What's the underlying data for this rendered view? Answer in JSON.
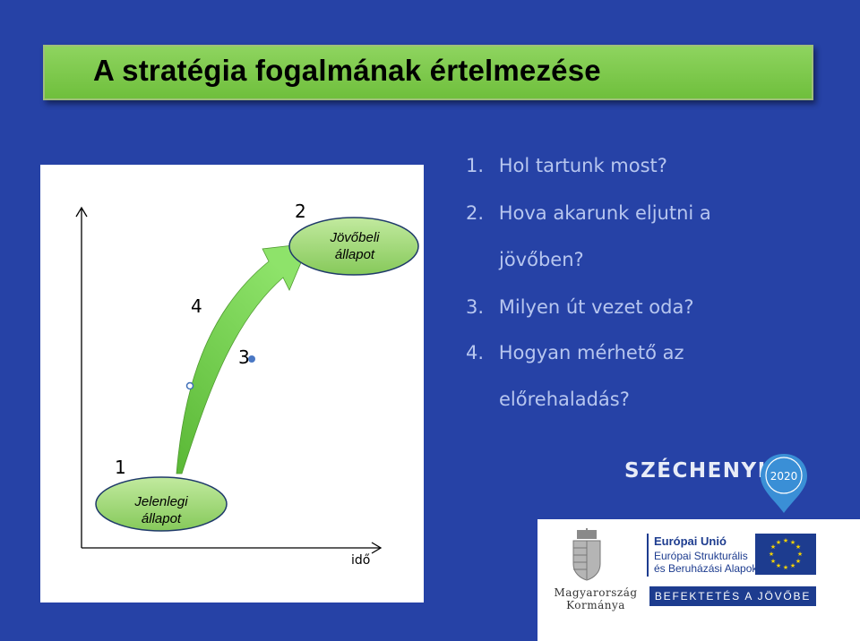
{
  "title": "A stratégia fogalmának értelmezése",
  "diagram": {
    "point_labels": {
      "p1": "1",
      "p2": "2",
      "p3": "3",
      "p4": "4"
    },
    "current_state": {
      "line1": "Jelenlegi",
      "line2": "állapot"
    },
    "future_state": {
      "line1": "Jövőbeli",
      "line2": "állapot"
    },
    "x_axis_label": "idő"
  },
  "questions": [
    {
      "number": "1.",
      "text": "Hol  tartunk most?"
    },
    {
      "number": "2.",
      "text": "Hova akarunk eljutni  a",
      "continuation": "jövőben?"
    },
    {
      "number": "3.",
      "text": "Milyen út vezet oda?"
    },
    {
      "number": "4.",
      "text": "Hogyan mérhető az",
      "continuation": "előrehaladás?"
    }
  ],
  "logos": {
    "szechenyi": "SZÉCHENYI",
    "szechenyi_year": "2020",
    "government": {
      "line1": "Magyarország",
      "line2": "Kormánya"
    },
    "eu_title": "Európai Unió",
    "eu_sub1": "Európai Strukturális",
    "eu_sub2": "és Beruházási Alapok",
    "befektetes": "BEFEKTETÉS A JÖVŐBE"
  },
  "colors": {
    "background": "#2642a6",
    "title_bar": "#7cc84a",
    "arrow": "#6fcf4a",
    "question_text": "#b7c6ef",
    "ellipse_fill": "#9fd672",
    "eu_blue": "#1d3c8f"
  }
}
